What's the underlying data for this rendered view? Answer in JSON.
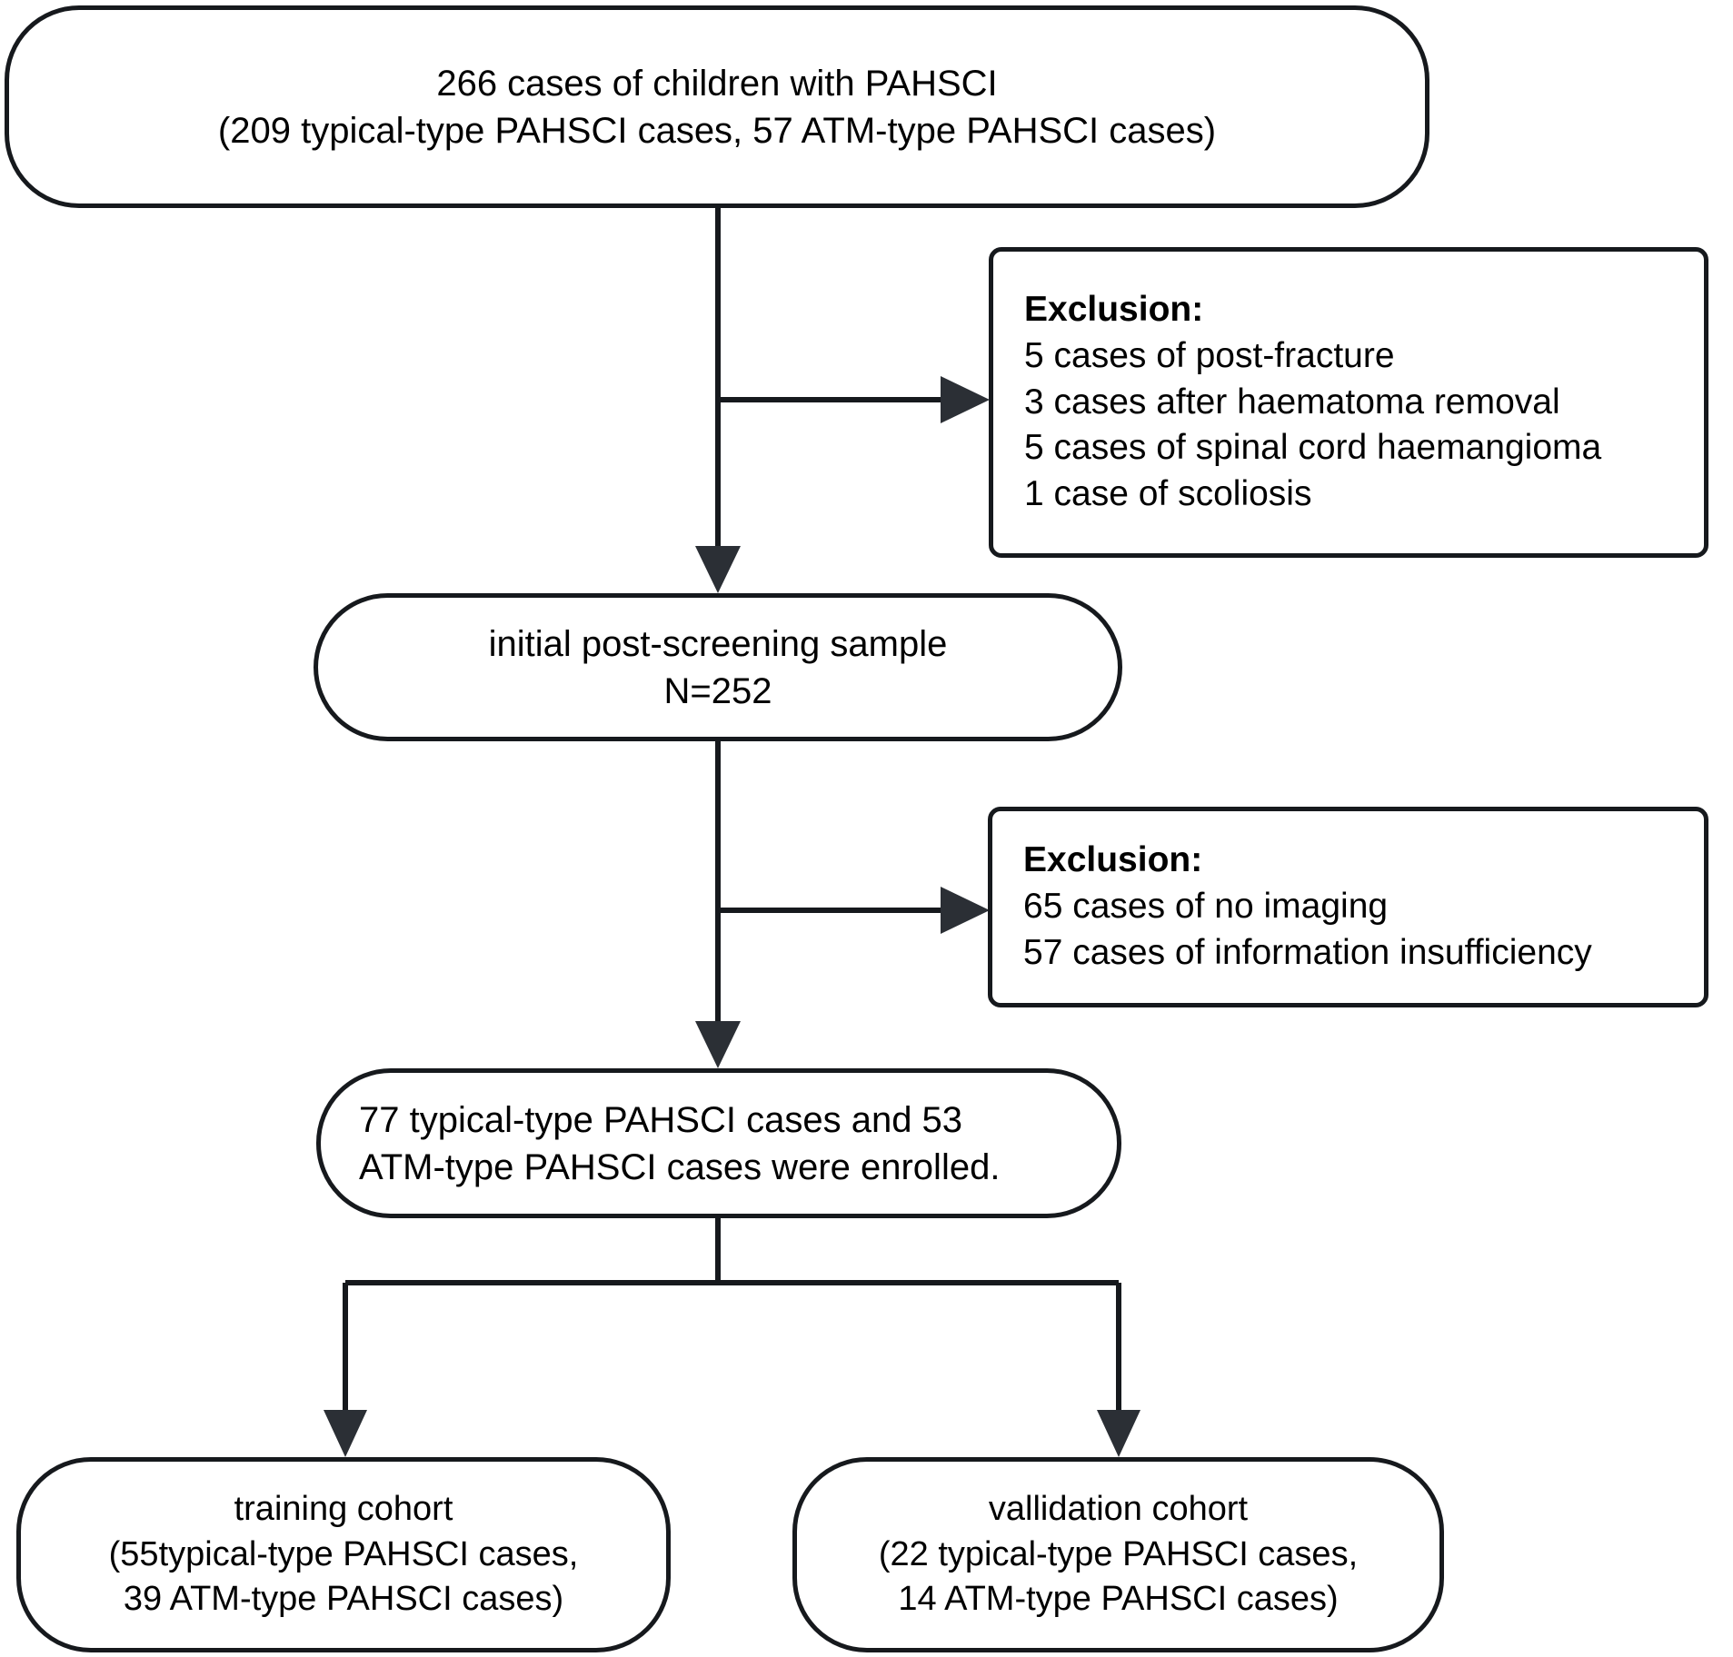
{
  "diagram": {
    "type": "flowchart",
    "title": "PAHSCI study patient selection flow",
    "stroke_color": "#16191d",
    "background_color": "#ffffff",
    "text_color": "#000000"
  },
  "nodes": {
    "source": {
      "shape": "rounded-terminal",
      "line1": "266 cases of children with PAHSCI",
      "line2": "(209 typical-type PAHSCI cases, 57 ATM-type PAHSCI cases)"
    },
    "exclusion_1": {
      "shape": "rectangle",
      "heading": "Exclusion:",
      "line1": "5 cases of post-fracture",
      "line2": "3 cases after haematoma removal",
      "line3": "5 cases of spinal cord haemangioma",
      "line4": "1 case of scoliosis"
    },
    "screened": {
      "shape": "rounded-terminal",
      "line1": "initial post-screening sample",
      "line2": "N=252"
    },
    "exclusion_2": {
      "shape": "rectangle",
      "heading": "Exclusion:",
      "line1": "65 cases of no imaging",
      "line2": "57 cases of information insufficiency"
    },
    "enrolled": {
      "shape": "rounded-terminal",
      "line1": "77 typical-type PAHSCI cases and 53",
      "line2": "ATM-type PAHSCI cases were enrolled."
    },
    "training": {
      "shape": "rounded-terminal",
      "line1": "training cohort",
      "line2": "(55typical-type PAHSCI cases,",
      "line3": "39 ATM-type PAHSCI cases)"
    },
    "validation": {
      "shape": "rounded-terminal",
      "line1": "vallidation cohort",
      "line2": "(22 typical-type PAHSCI cases,",
      "line3": "14 ATM-type PAHSCI cases)"
    }
  },
  "edges": [
    {
      "name": "source-to-screened",
      "from": "source",
      "to": "screened",
      "style": "vertical-arrow"
    },
    {
      "name": "source-to-exclusion-1",
      "from": "source",
      "to": "exclusion_1",
      "style": "elbow-right-arrow"
    },
    {
      "name": "screened-to-enrolled",
      "from": "screened",
      "to": "enrolled",
      "style": "vertical-arrow"
    },
    {
      "name": "screened-to-exclusion-2",
      "from": "screened",
      "to": "exclusion_2",
      "style": "elbow-right-arrow"
    },
    {
      "name": "enrolled-to-training",
      "from": "enrolled",
      "to": "training",
      "style": "split-arrow-left"
    },
    {
      "name": "enrolled-to-validation",
      "from": "enrolled",
      "to": "validation",
      "style": "split-arrow-right"
    }
  ]
}
